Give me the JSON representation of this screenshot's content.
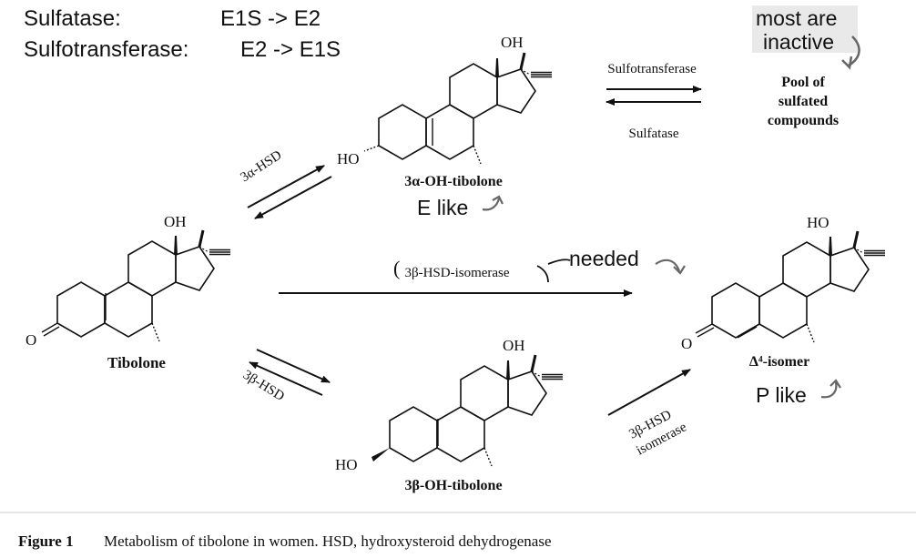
{
  "header": {
    "line1_label": "Sulfatase:",
    "line1_value": "E1S -> E2",
    "line2_label": "Sulfotransferase:",
    "line2_value": "E2 -> E1S"
  },
  "annotations": {
    "most_inactive_1": "most are",
    "most_inactive_2": "inactive",
    "e_like": "E like",
    "needed": "needed",
    "p_like": "P like"
  },
  "pool": {
    "line1": "Pool of",
    "line2": "sulfated",
    "line3": "compounds"
  },
  "enzymes": {
    "sulfotransferase": "Sulfotransferase",
    "sulfatase": "Sulfatase",
    "alpha_hsd": "3α-HSD",
    "beta_hsd": "3β-HSD",
    "beta_hsd_isomerase_main": "3β-HSD-isomerase",
    "beta_hsd_isomerase_1": "3β-HSD",
    "beta_hsd_isomerase_2": "isomerase"
  },
  "compounds": {
    "alpha_oh": "3α-OH-tibolone",
    "tibolone": "Tibolone",
    "beta_oh": "3β-OH-tibolone",
    "delta4": "Δ⁴-isomer"
  },
  "atoms": {
    "oh": "OH",
    "ho": "HO",
    "o": "O"
  },
  "caption": {
    "label": "Figure 1",
    "text": "Metabolism of tibolone in women. HSD, hydroxysteroid dehydrogenase"
  }
}
